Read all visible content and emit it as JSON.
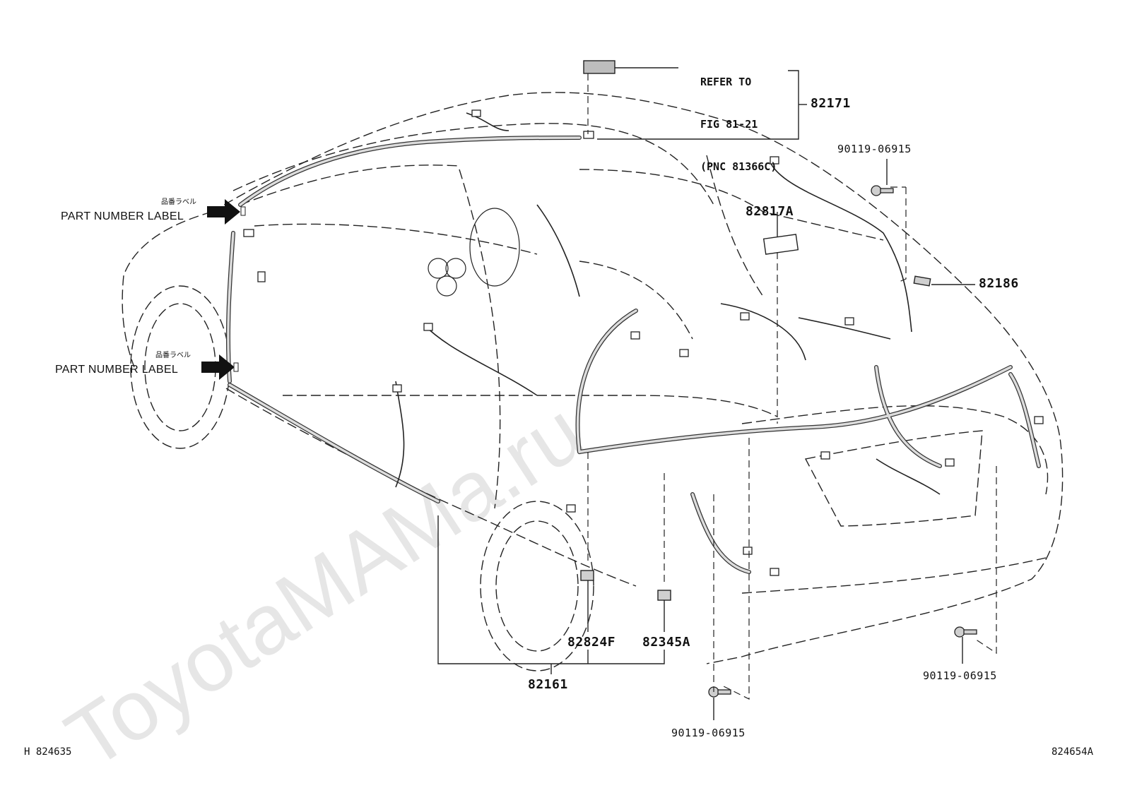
{
  "watermark": "ToyotaMAMa.ru",
  "refer_note": [
    "REFER TO",
    "FIG 81-21",
    "(PNC 81366C)"
  ],
  "part_number_label": {
    "text": "PART NUMBER LABEL",
    "japanese": "品番ラベル"
  },
  "parts": {
    "p82171": "82171",
    "p82817A": "82817A",
    "p82186": "82186",
    "p82824F": "82824F",
    "p82345A": "82345A",
    "p82161": "82161"
  },
  "bolts": {
    "top_right": "90119-06915",
    "bottom_right": "90119-06915",
    "bottom_center": "90119-06915"
  },
  "footer": {
    "left": "H 824635",
    "right": "824654A"
  },
  "colors": {
    "line": "#222222",
    "harness_fill": "#cfcfcf",
    "watermark": "#e6e6e6"
  }
}
